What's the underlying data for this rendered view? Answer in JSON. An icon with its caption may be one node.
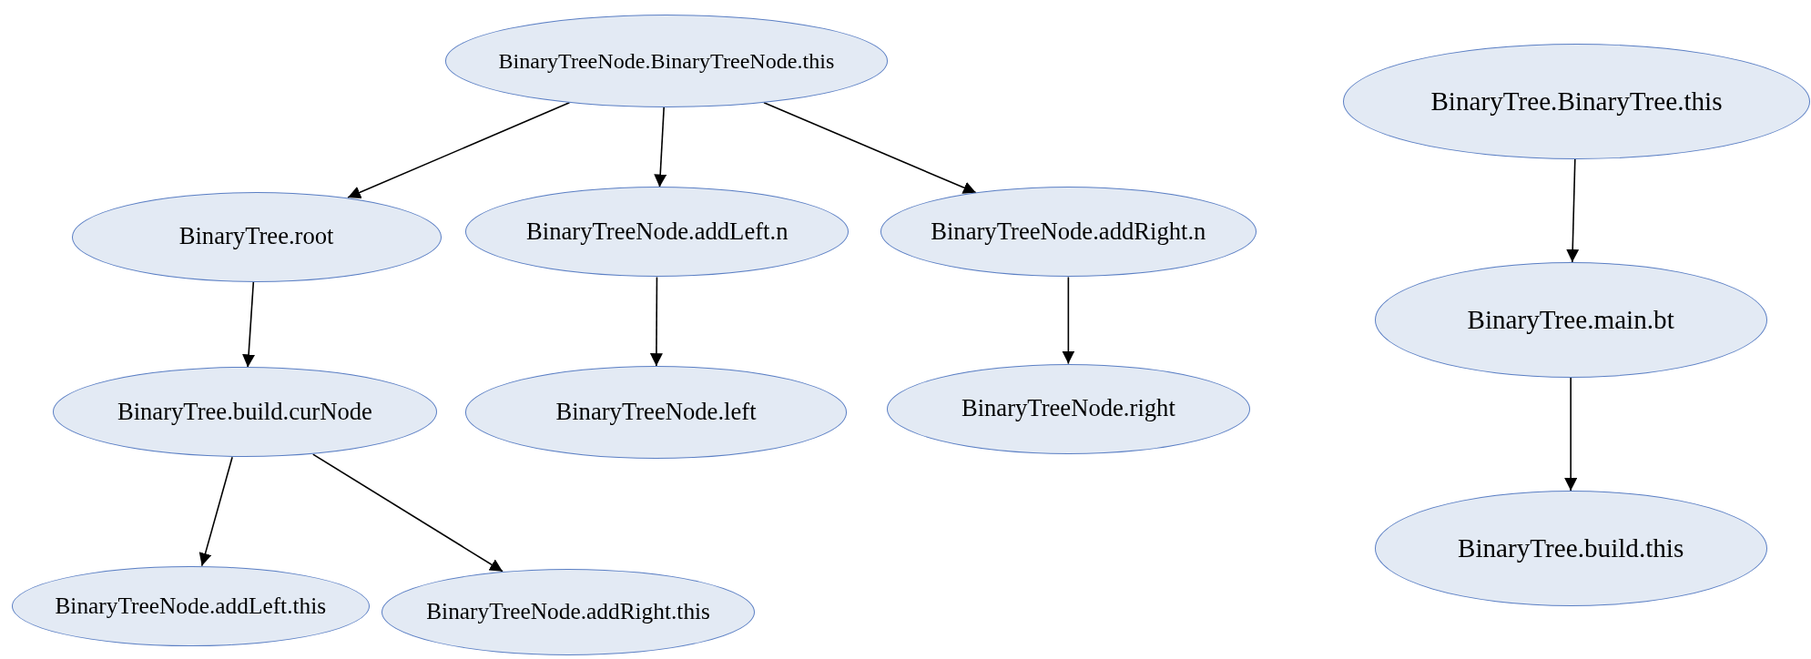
{
  "diagram": {
    "nodes": [
      {
        "text": [
          "BinaryTreeNode.BinaryTreeNode.this"
        ]
      },
      {
        "text": [
          "BinaryTree.BinaryTree.this"
        ]
      },
      {
        "text": [
          "BinaryTree.root"
        ]
      },
      {
        "text": [
          "BinaryTreeNode.addLeft.n"
        ]
      },
      {
        "text": [
          "BinaryTreeNode.addRight.n"
        ]
      },
      {
        "text": [
          "BinaryTree.main.bt"
        ]
      },
      {
        "text": [
          "BinaryTree.build.curNode"
        ]
      },
      {
        "text": [
          "BinaryTreeNode.left"
        ]
      },
      {
        "text": [
          "BinaryTreeNode.right"
        ]
      },
      {
        "text": [
          "BinaryTree.build.this"
        ]
      },
      {
        "text": [
          "BinaryTreeNode.addLeft.this"
        ]
      },
      {
        "text": [
          "BinaryTreeNode.addRight.this"
        ]
      }
    ],
    "edges": [
      {
        "from": 0,
        "to": 2,
        "arrow": "to"
      },
      {
        "from": 0,
        "to": 3,
        "arrow": "to"
      },
      {
        "from": 0,
        "to": 4,
        "arrow": "to"
      },
      {
        "from": 2,
        "to": 6,
        "arrow": "to"
      },
      {
        "from": 3,
        "to": 7,
        "arrow": "to"
      },
      {
        "from": 4,
        "to": 8,
        "arrow": "to"
      },
      {
        "from": 6,
        "to": 10,
        "arrow": "to"
      },
      {
        "from": 6,
        "to": 11,
        "arrow": "to"
      },
      {
        "from": 1,
        "to": 5,
        "arrow": "to"
      },
      {
        "from": 5,
        "to": 9,
        "arrow": "to"
      }
    ]
  }
}
